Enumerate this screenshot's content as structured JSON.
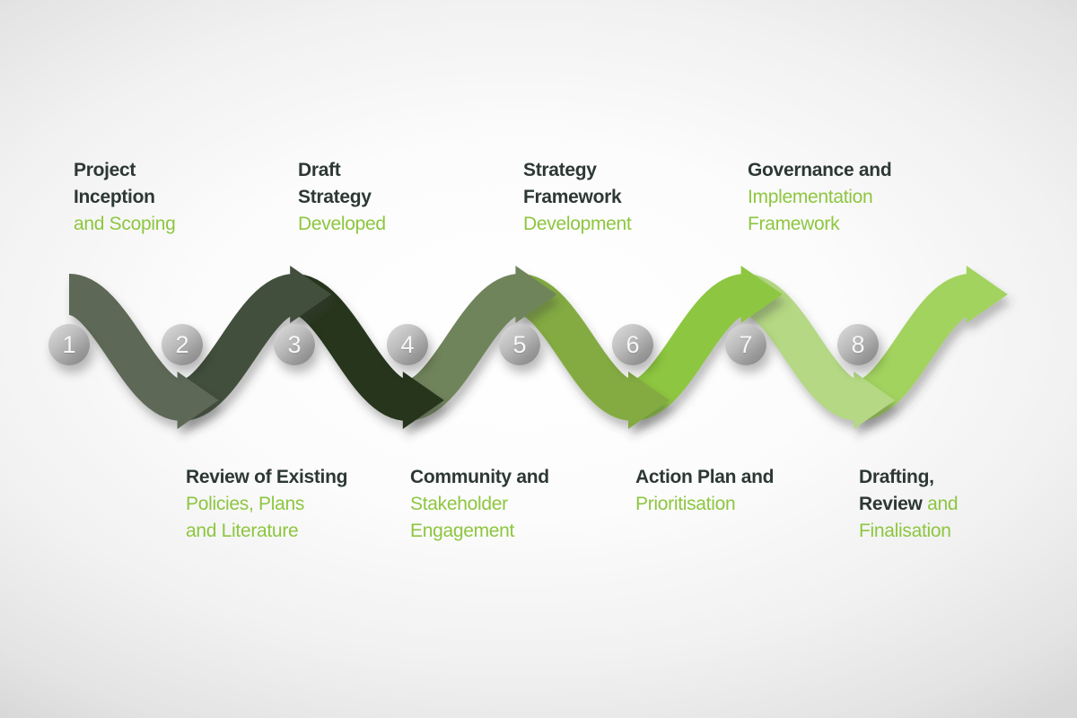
{
  "diagram": {
    "type": "process-flow",
    "steps": [
      {
        "number": "1",
        "position": "top",
        "lines": [
          {
            "dark": "Project",
            "green": ""
          },
          {
            "dark": "Inception",
            "green": ""
          },
          {
            "dark": "",
            "green": "and Scoping"
          }
        ]
      },
      {
        "number": "2",
        "position": "bottom",
        "lines": [
          {
            "dark": "Review of Existing",
            "green": ""
          },
          {
            "dark": "",
            "green": "Policies, Plans"
          },
          {
            "dark": "",
            "green": "and Literature"
          }
        ]
      },
      {
        "number": "3",
        "position": "top",
        "lines": [
          {
            "dark": "Draft",
            "green": ""
          },
          {
            "dark": "Strategy",
            "green": ""
          },
          {
            "dark": "",
            "green": "Developed"
          }
        ]
      },
      {
        "number": "4",
        "position": "bottom",
        "lines": [
          {
            "dark": "Community and",
            "green": ""
          },
          {
            "dark": "",
            "green": "Stakeholder"
          },
          {
            "dark": "",
            "green": "Engagement"
          }
        ]
      },
      {
        "number": "5",
        "position": "top",
        "lines": [
          {
            "dark": "Strategy",
            "green": ""
          },
          {
            "dark": "Framework",
            "green": ""
          },
          {
            "dark": "",
            "green": "Development"
          }
        ]
      },
      {
        "number": "6",
        "position": "bottom",
        "lines": [
          {
            "dark": "Action Plan and",
            "green": ""
          },
          {
            "dark": "",
            "green": "Prioritisation"
          },
          {
            "dark": "",
            "green": ""
          }
        ]
      },
      {
        "number": "7",
        "position": "top",
        "lines": [
          {
            "dark": "Governance and",
            "green": ""
          },
          {
            "dark": "",
            "green": "Implementation"
          },
          {
            "dark": "",
            "green": "Framework"
          }
        ]
      },
      {
        "number": "8",
        "position": "bottom",
        "lines": [
          {
            "dark": "Drafting,",
            "green": ""
          },
          {
            "dark": "Review",
            "green": " and"
          },
          {
            "dark": "",
            "green": "Finalisation"
          }
        ]
      }
    ],
    "wave": {
      "segments": [
        {
          "color": "#5d6757"
        },
        {
          "color": "#42503e"
        },
        {
          "color": "#25341f"
        },
        {
          "color": "#70845b"
        },
        {
          "color": "#83ab43"
        },
        {
          "color": "#8dc63f"
        },
        {
          "color": "#b4d883"
        },
        {
          "color": "#a2d35e"
        }
      ]
    },
    "colors": {
      "dark_text": "#2d3833",
      "green_text": "#8dc63f",
      "circle_number": "#ffffff"
    }
  }
}
